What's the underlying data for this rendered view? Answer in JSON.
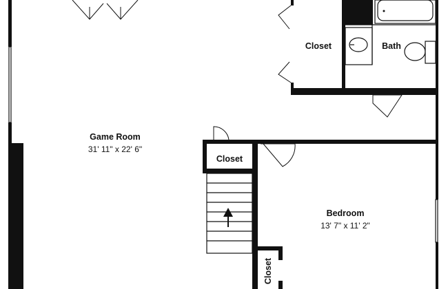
{
  "rooms": {
    "game_room": {
      "name": "Game Room",
      "dimensions": "31' 11\" x 22' 6\""
    },
    "closet_upper": {
      "name": "Closet"
    },
    "bath": {
      "name": "Bath"
    },
    "closet_stairs": {
      "name": "Closet"
    },
    "bedroom": {
      "name": "Bedroom",
      "dimensions": "13' 7\" x 11' 2\""
    },
    "closet_lower": {
      "name": "Closet"
    }
  },
  "colors": {
    "wall": "#111111",
    "background": "#ffffff"
  }
}
